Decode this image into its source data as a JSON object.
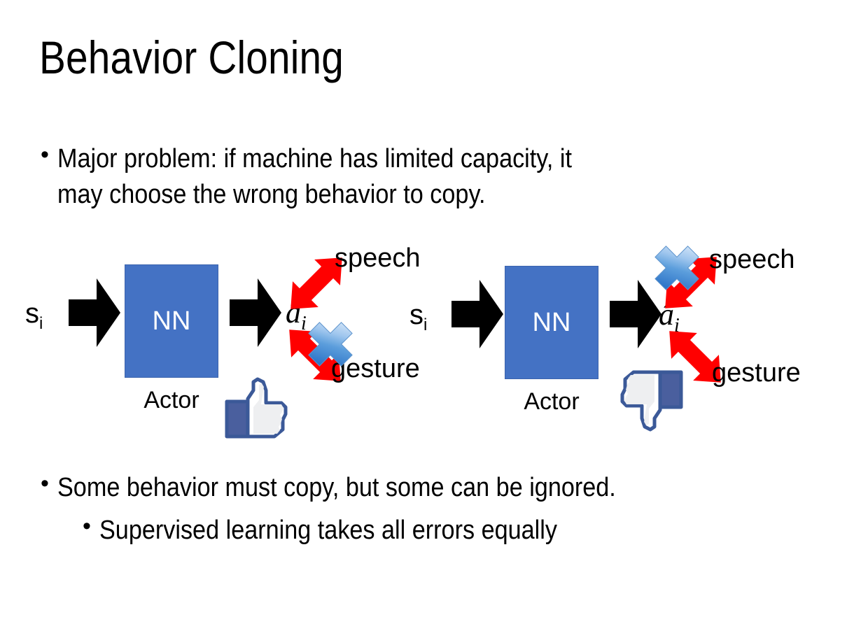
{
  "slide": {
    "title": "Behavior Cloning",
    "background_color": "#FFFFFF"
  },
  "bullets": {
    "top": {
      "marker": "•",
      "text": "Major problem: if machine has limited capacity, it\nmay choose the wrong behavior to copy."
    },
    "bottom_primary": {
      "marker": "•",
      "text": "Some behavior must copy, but some can be ignored."
    },
    "bottom_secondary": {
      "marker": "•",
      "text": "Supervised learning takes all errors equally"
    }
  },
  "colors": {
    "nn_box_fill": "#4472C4",
    "nn_box_border": "#3B63AD",
    "red_arrow": "#FF0000",
    "cross_blue_light": "#CFE2F7",
    "cross_blue_dark": "#2E75C8",
    "thumb_outline": "#3B5998",
    "thumb_cuff": "#4A5F9E",
    "black_arrow": "#000000",
    "text": "#000000"
  },
  "diagrams": [
    {
      "id": "left",
      "state_label": {
        "base": "s",
        "subscript": "i"
      },
      "network": {
        "label": "NN",
        "caption": "Actor"
      },
      "action_label": {
        "base": "â",
        "subscript": "i"
      },
      "branches": [
        {
          "name": "speech",
          "label": "speech",
          "crossed_out": false
        },
        {
          "name": "gesture",
          "label": "gesture",
          "crossed_out": true
        }
      ],
      "feedback_icon": "thumbs-up-icon",
      "feedback_sentiment": "positive"
    },
    {
      "id": "right",
      "state_label": {
        "base": "s",
        "subscript": "i"
      },
      "network": {
        "label": "NN",
        "caption": "Actor"
      },
      "action_label": {
        "base": "â",
        "subscript": "i"
      },
      "branches": [
        {
          "name": "speech",
          "label": "speech",
          "crossed_out": true
        },
        {
          "name": "gesture",
          "label": "gesture",
          "crossed_out": false
        }
      ],
      "feedback_icon": "thumbs-down-icon",
      "feedback_sentiment": "negative"
    }
  ]
}
